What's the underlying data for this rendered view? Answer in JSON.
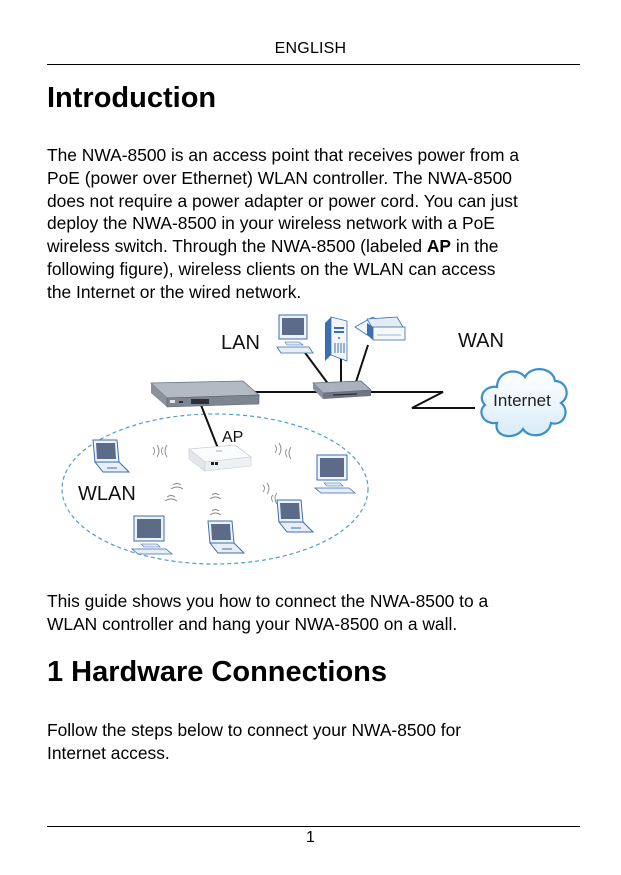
{
  "header": {
    "language": "ENGLISH"
  },
  "introduction": {
    "title": "Introduction",
    "paragraph_lines": [
      "The NWA-8500 is an access point that receives power from a",
      "PoE (power over Ethernet) WLAN controller. The NWA-8500",
      "does not require a power adapter or power cord. You can just",
      "deploy the NWA-8500 in your wireless network with a PoE",
      {
        "before": "wireless switch. Through the NWA-8500 (labeled ",
        "bold": "AP",
        "after": " in the"
      },
      "following figure), wireless clients on the WLAN can access",
      "the Internet or the wired network."
    ],
    "line5": {
      "before": "wireless switch. Through the NWA-8500 (labeled ",
      "bold": "AP",
      "after": " in the"
    }
  },
  "figure": {
    "labels": {
      "lan": "LAN",
      "wan": "WAN",
      "internet": "Internet",
      "ap": "AP",
      "wlan": "WLAN"
    },
    "colors": {
      "wlan_boundary": "#4a9fd0",
      "device_blue": "#3a6fb0",
      "screen": "#5b6b88",
      "cloud": "#3d8fc8"
    }
  },
  "guide": {
    "paragraph_lines": [
      "This guide shows you how to connect the NWA-8500 to a",
      "WLAN controller and hang your NWA-8500 on a wall."
    ]
  },
  "hardware": {
    "title": "1 Hardware Connections",
    "paragraph_lines": [
      "Follow the steps below to connect your NWA-8500 for",
      "Internet access."
    ]
  },
  "footer": {
    "page_number": "1"
  }
}
